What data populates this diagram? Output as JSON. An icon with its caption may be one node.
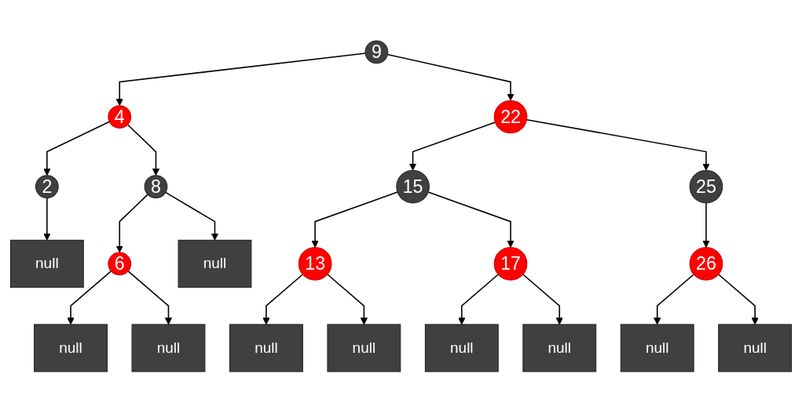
{
  "diagram": {
    "nodes": [
      {
        "text": [
          "9"
        ]
      },
      {
        "text": [
          "4"
        ]
      },
      {
        "text": [
          "22"
        ]
      },
      {
        "text": [
          "2"
        ]
      },
      {
        "text": [
          "8"
        ]
      },
      {
        "text": [
          "15"
        ]
      },
      {
        "text": [
          "25"
        ]
      },
      {
        "text": [
          "null"
        ]
      },
      {
        "text": [
          "6"
        ]
      },
      {
        "text": [
          "null"
        ]
      },
      {
        "text": [
          "13"
        ]
      },
      {
        "text": [
          "17"
        ]
      },
      {
        "text": [
          "26"
        ]
      },
      {
        "text": [
          "null"
        ]
      },
      {
        "text": [
          "null"
        ]
      },
      {
        "text": [
          "null"
        ]
      },
      {
        "text": [
          "null"
        ]
      },
      {
        "text": [
          "null"
        ]
      },
      {
        "text": [
          "null"
        ]
      },
      {
        "text": [
          "null"
        ]
      },
      {
        "text": [
          "null"
        ]
      }
    ],
    "edges": [
      {
        "from": 0,
        "to": 1,
        "arrow": "to"
      },
      {
        "from": 0,
        "to": 2,
        "arrow": "to"
      },
      {
        "from": 1,
        "to": 3,
        "arrow": "to"
      },
      {
        "from": 1,
        "to": 4,
        "arrow": "to"
      },
      {
        "from": 2,
        "to": 5,
        "arrow": "to"
      },
      {
        "from": 2,
        "to": 6,
        "arrow": "to"
      },
      {
        "from": 3,
        "to": 7,
        "arrow": "to"
      },
      {
        "from": 4,
        "to": 8,
        "arrow": "to"
      },
      {
        "from": 4,
        "to": 9,
        "arrow": "to"
      },
      {
        "from": 5,
        "to": 10,
        "arrow": "to"
      },
      {
        "from": 5,
        "to": 11,
        "arrow": "to"
      },
      {
        "from": 6,
        "to": 12,
        "arrow": "to"
      },
      {
        "from": 8,
        "to": 13,
        "arrow": "to"
      },
      {
        "from": 8,
        "to": 14,
        "arrow": "to"
      },
      {
        "from": 10,
        "to": 15,
        "arrow": "to"
      },
      {
        "from": 10,
        "to": 16,
        "arrow": "to"
      },
      {
        "from": 11,
        "to": 17,
        "arrow": "to"
      },
      {
        "from": 11,
        "to": 18,
        "arrow": "to"
      },
      {
        "from": 12,
        "to": 19,
        "arrow": "to"
      },
      {
        "from": 12,
        "to": 20,
        "arrow": "to"
      }
    ]
  }
}
